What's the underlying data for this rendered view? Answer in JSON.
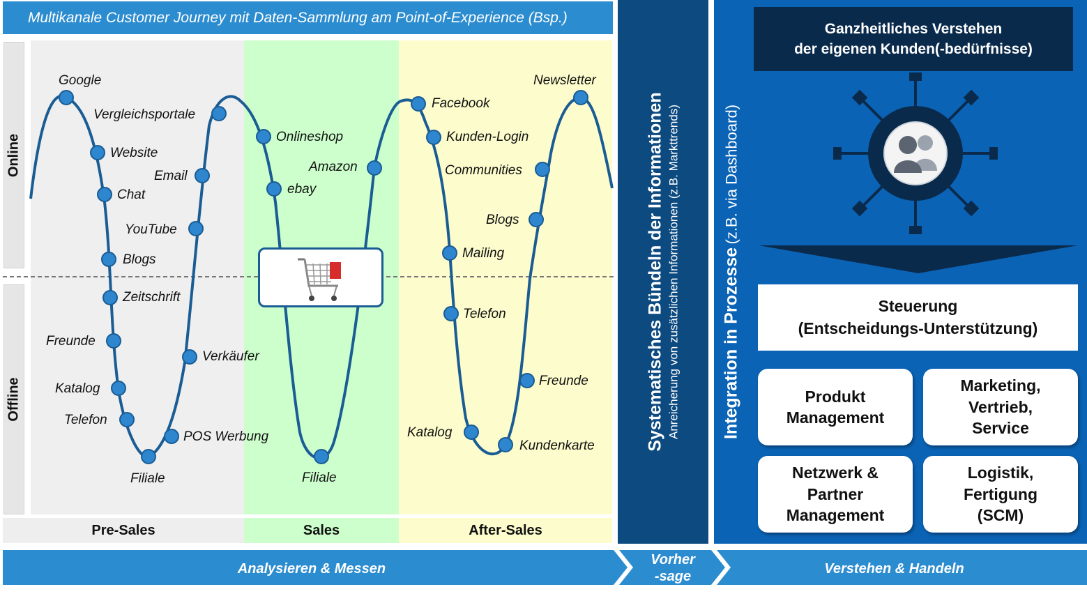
{
  "title": "Multikanale Customer Journey mit Daten-Sammlung am Point-of-Experience (Bsp.)",
  "side_labels": {
    "online": "Online",
    "offline": "Offline"
  },
  "phases": [
    "Pre-Sales",
    "Sales",
    "After-Sales"
  ],
  "touchpoints": [
    "Google",
    "Vergleichsportale",
    "Website",
    "Email",
    "Chat",
    "YouTube",
    "Blogs",
    "Zeitschrift",
    "Freunde",
    "Verkäufer",
    "Katalog",
    "Telefon",
    "POS Werbung",
    "Filiale",
    "Onlineshop",
    "ebay",
    "Amazon",
    "Filiale",
    "Facebook",
    "Kunden-Login",
    "Communities",
    "Blogs",
    "Mailing",
    "Telefon",
    "Newsletter",
    "Freunde",
    "Katalog",
    "Kundenkarte"
  ],
  "middle": {
    "title": "Systematisches Bündeln der Informationen",
    "subtitle": "Anreicherung von zusätzlichen Informationen (z.B. Markttrends)"
  },
  "right": {
    "vertical_bold": "Integration in Prozesse",
    "vertical_normal": "(z.B. via Dashboard)",
    "header_line1": "Ganzheitliches Verstehen",
    "header_line2": "der eigenen Kunden(-bedürfnisse)",
    "steuerung_line1": "Steuerung",
    "steuerung_line2": "(Entscheidungs-Unterstützung)",
    "modules": [
      {
        "line1": "Produkt",
        "line2": "Management",
        "line3": ""
      },
      {
        "line1": "Marketing,",
        "line2": "Vertrieb,",
        "line3": "Service"
      },
      {
        "line1": "Netzwerk &",
        "line2": "Partner",
        "line3": "Management"
      },
      {
        "line1": "Logistik,",
        "line2": "Fertigung",
        "line3": "(SCM)"
      }
    ]
  },
  "bottom": {
    "analyse": "Analysieren & Messen",
    "vorhersage_line1": "Vorher",
    "vorhersage_line2": "-sage",
    "verstehen": "Verstehen & Handeln"
  },
  "icons": {
    "cart": "shopping-cart-icon",
    "customers": "customer-group-icon"
  },
  "colors": {
    "title_bar": "#2c8cd0",
    "middle_column": "#0d4a80",
    "right_column": "#0b63b5",
    "header_box": "#0a2a4c",
    "curve": "#1a5c94",
    "touchpoint": "#2e86cf",
    "presales_zone": "#efefef",
    "sales_zone": "#ccffcc",
    "aftersales_zone": "#fcfccc"
  }
}
